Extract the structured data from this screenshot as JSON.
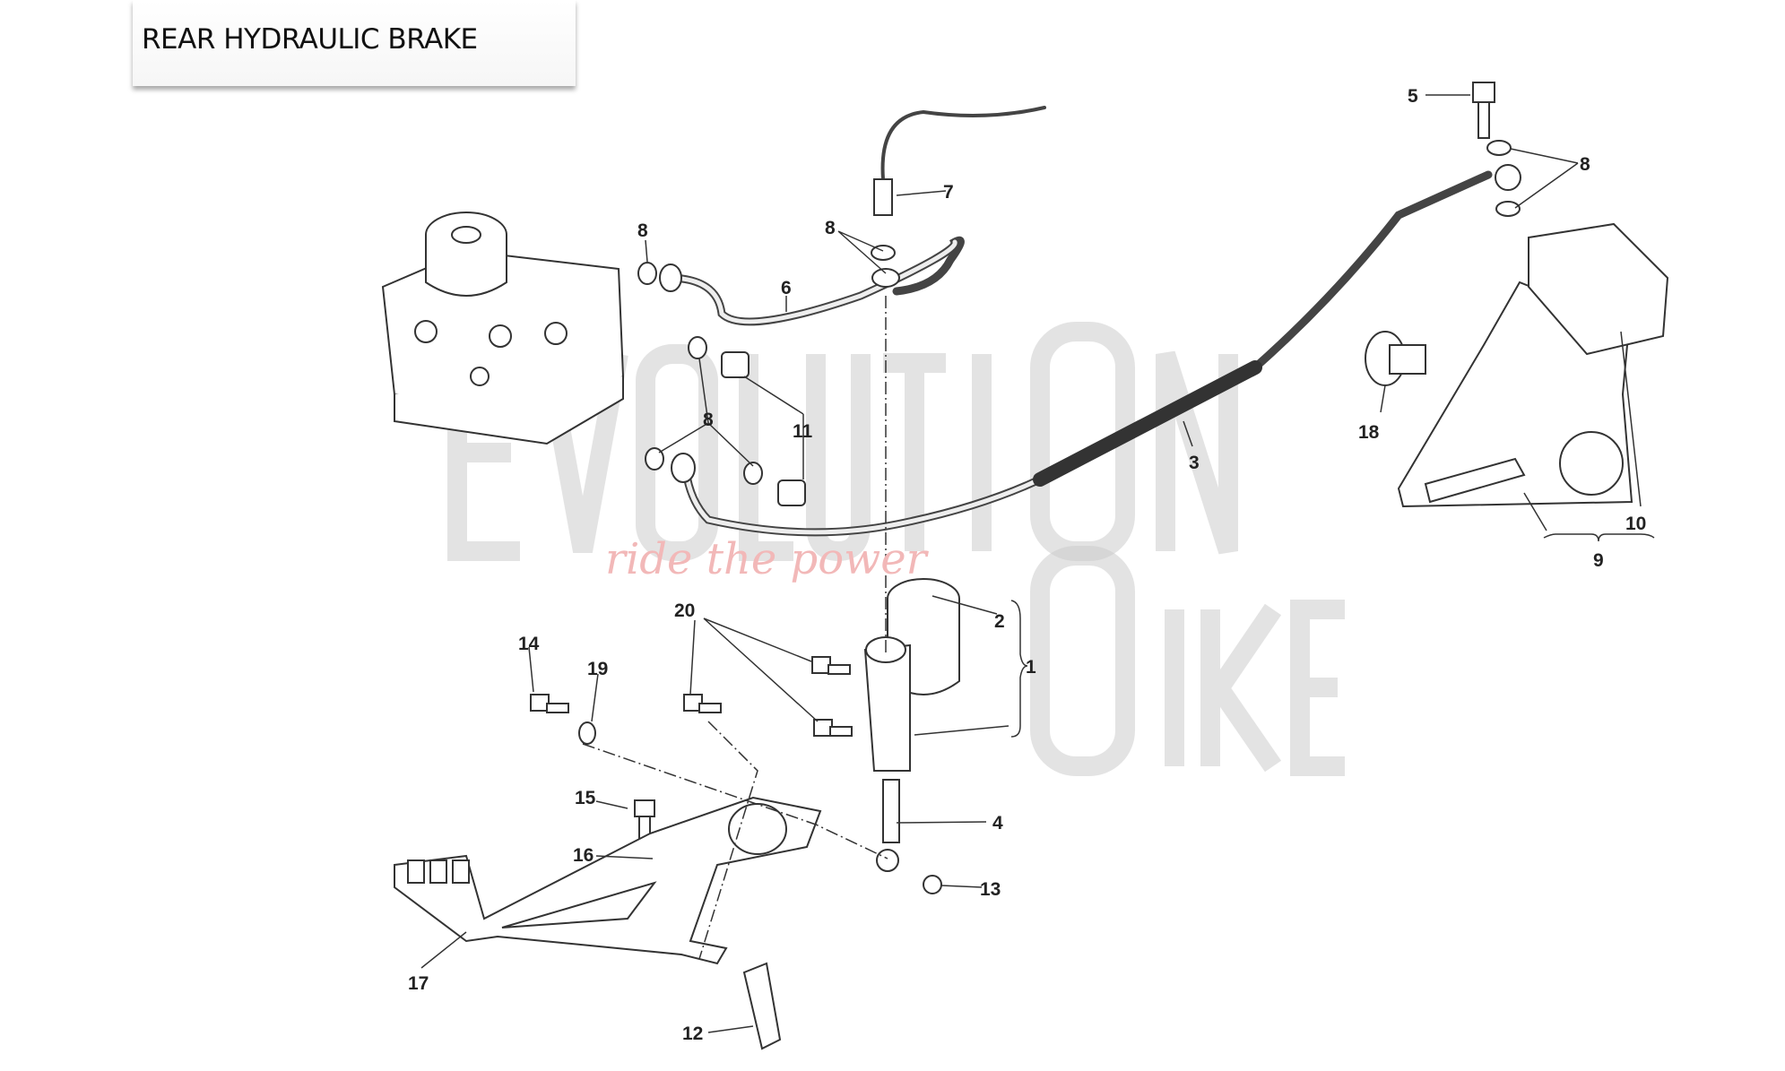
{
  "title": "REAR HYDRAULIC BRAKE",
  "watermark": {
    "brand": "EVOLUTIOn BIKE",
    "slogan": "ride the power"
  },
  "callouts": [
    "5",
    "8",
    "7",
    "8",
    "8",
    "6",
    "11",
    "8",
    "3",
    "18",
    "10",
    "9",
    "2",
    "1",
    "20",
    "14",
    "19",
    "15",
    "4",
    "16",
    "13",
    "17",
    "12"
  ],
  "colors": {
    "line": "#333333",
    "watermark": "#cccccc",
    "slogan": "#f2b8b8"
  }
}
